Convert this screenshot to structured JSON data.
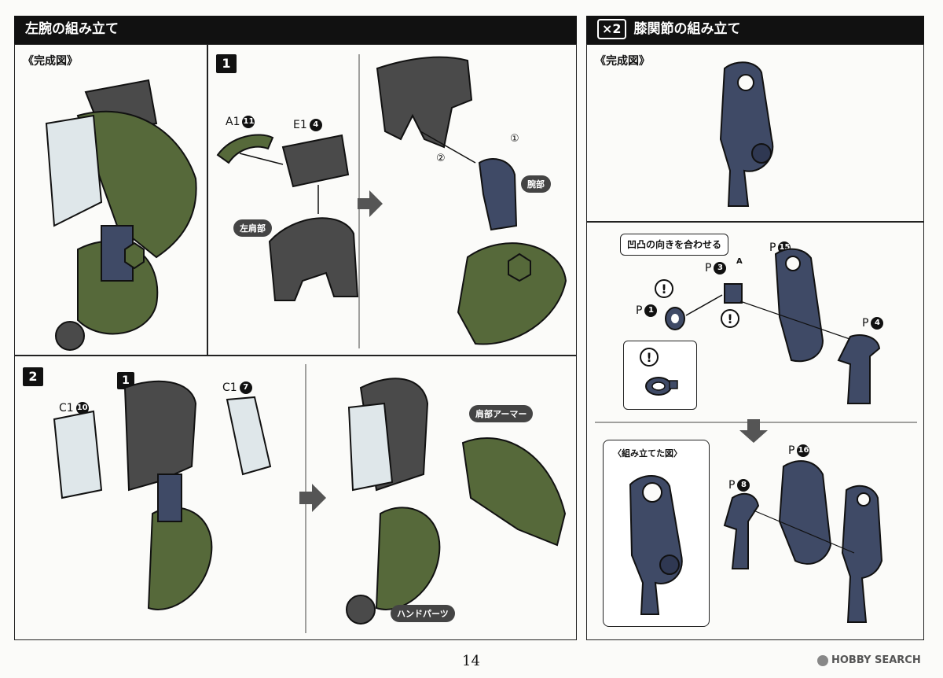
{
  "left_section": {
    "title": "左腕の組み立て",
    "completed_label": "《完成図》",
    "step1": {
      "number": "1",
      "part_a": {
        "code": "A1",
        "num": "11"
      },
      "part_e": {
        "code": "E1",
        "num": "4"
      },
      "left_shoulder_label": "左肩部",
      "arm_label": "腕部",
      "rot1": "①",
      "rot2": "②"
    },
    "step2": {
      "number": "2",
      "ref_step": "1",
      "part_c10": {
        "code": "C1",
        "num": "10"
      },
      "part_c7": {
        "code": "C1",
        "num": "7"
      },
      "shoulder_armor_label": "肩部アーマー",
      "hand_parts_label": "ハンドパーツ"
    }
  },
  "right_section": {
    "multiplier": "×2",
    "title": "膝関節の組み立て",
    "completed_label": "《完成図》",
    "note": "凹凸の向きを合わせる",
    "parts": [
      {
        "code": "P",
        "num": "1"
      },
      {
        "code": "P",
        "num": "3"
      },
      {
        "code": "P",
        "num": "15"
      },
      {
        "code": "P",
        "num": "4"
      },
      {
        "code": "P",
        "num": "8"
      },
      {
        "code": "P",
        "num": "16"
      }
    ],
    "warning_symbol": "!",
    "assembled_label": "〈組み立てた図〉",
    "corner_letter": "A"
  },
  "page_number": "14",
  "watermark": "HOBBY SEARCH",
  "colors": {
    "green": "#56693a",
    "dark": "#4a4a4a",
    "navy": "#3f4a66",
    "light": "#dfe7ea"
  }
}
